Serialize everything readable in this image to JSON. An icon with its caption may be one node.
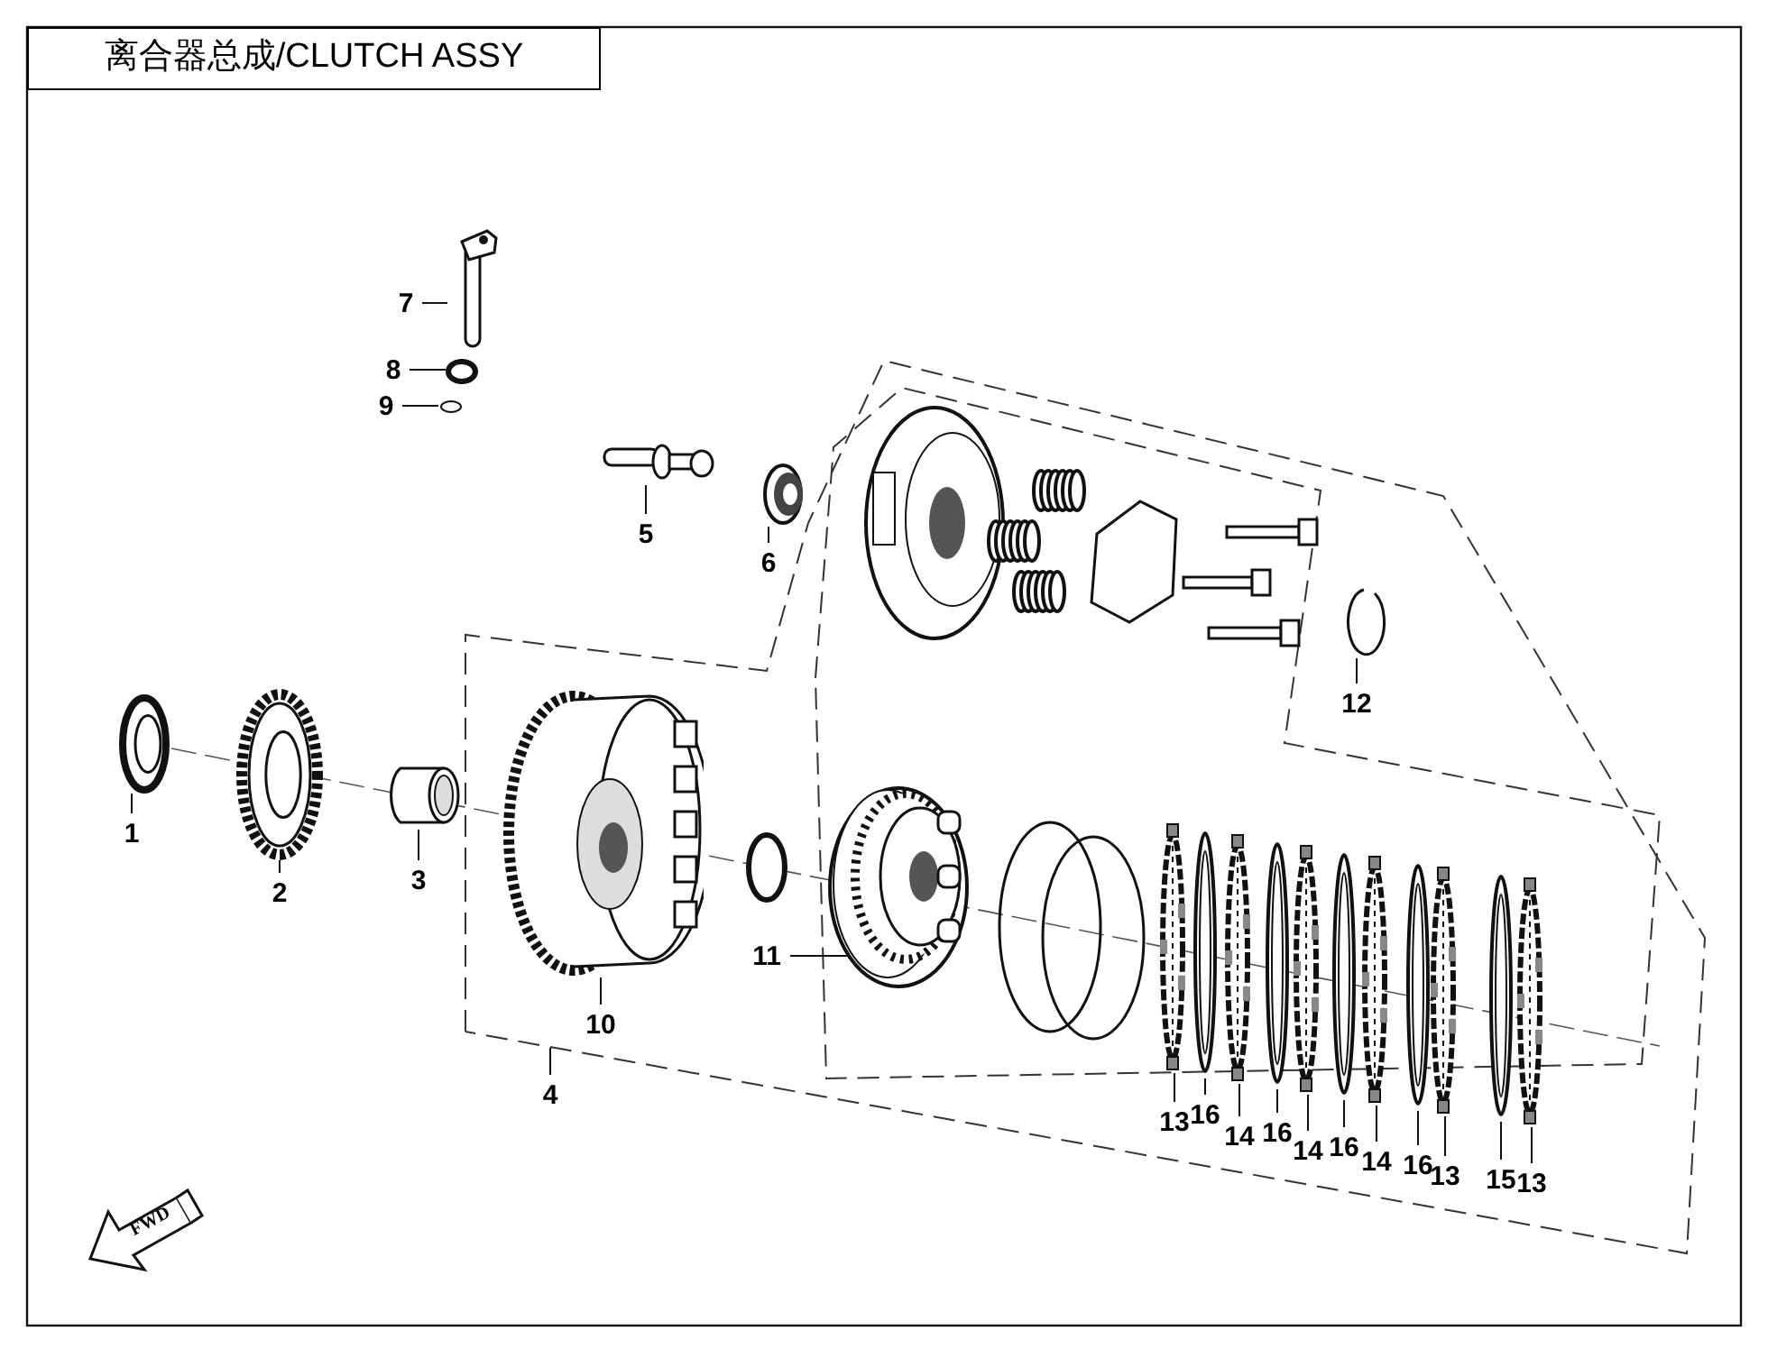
{
  "diagram": {
    "title": "离合器总成/CLUTCH ASSY",
    "nodes": [
      {
        "text": [
          "1"
        ]
      },
      {
        "text": [
          "2"
        ]
      },
      {
        "text": [
          "3"
        ]
      },
      {
        "text": [
          "4"
        ]
      },
      {
        "text": [
          "5"
        ]
      },
      {
        "text": [
          "6"
        ]
      },
      {
        "text": [
          "7"
        ]
      },
      {
        "text": [
          "8"
        ]
      },
      {
        "text": [
          "9"
        ]
      },
      {
        "text": [
          "10"
        ]
      },
      {
        "text": [
          "11"
        ]
      },
      {
        "text": [
          "12"
        ]
      },
      {
        "text": [
          "13"
        ]
      },
      {
        "text": [
          "16"
        ]
      },
      {
        "text": [
          "14"
        ]
      },
      {
        "text": [
          "16"
        ]
      },
      {
        "text": [
          "14"
        ]
      },
      {
        "text": [
          "16"
        ]
      },
      {
        "text": [
          "14"
        ]
      },
      {
        "text": [
          "16"
        ]
      },
      {
        "text": [
          "13"
        ]
      },
      {
        "text": [
          "15"
        ]
      },
      {
        "text": [
          "13"
        ]
      },
      {
        "text": [],
        "shape": "picture"
      },
      {
        "text": [],
        "shape": "picture"
      },
      {
        "text": [],
        "shape": "picture"
      },
      {
        "text": [],
        "shape": "picture"
      },
      {
        "text": [],
        "shape": "picture"
      },
      {
        "text": [],
        "shape": "picture"
      },
      {
        "text": [],
        "shape": "circle"
      },
      {
        "text": [],
        "shape": "circle"
      },
      {
        "text": [],
        "shape": "picture"
      },
      {
        "text": [],
        "shape": "picture"
      },
      {
        "text": [],
        "shape": "picture"
      },
      {
        "text": [],
        "shape": "picture"
      },
      {
        "text": [],
        "shape": "picture"
      },
      {
        "text": [],
        "shape": "picture"
      },
      {
        "text": [],
        "shape": "picture"
      },
      {
        "text": [],
        "shape": "picture"
      },
      {
        "text": [],
        "shape": "picture"
      },
      {
        "text": [],
        "shape": "picture"
      },
      {
        "text": [],
        "shape": "picture"
      },
      {
        "text": [],
        "shape": "picture"
      },
      {
        "text": [],
        "shape": "picture"
      },
      {
        "text": [],
        "shape": "picture"
      }
    ],
    "edges": [
      {
        "from": 0,
        "to": 23,
        "arrow": "none"
      },
      {
        "from": 1,
        "to": 24,
        "arrow": "none"
      },
      {
        "from": 2,
        "to": 25,
        "arrow": "none"
      },
      {
        "from": 3,
        "to": null,
        "arrow": "none"
      },
      {
        "from": 4,
        "to": 26,
        "arrow": "none"
      },
      {
        "from": 5,
        "to": 27,
        "arrow": "none"
      },
      {
        "from": 6,
        "to": 28,
        "arrow": "none"
      },
      {
        "from": 7,
        "to": 29,
        "arrow": "none"
      },
      {
        "from": 8,
        "to": 30,
        "arrow": "none"
      },
      {
        "from": 9,
        "to": 31,
        "arrow": "none"
      },
      {
        "from": 10,
        "to": 32,
        "arrow": "none"
      },
      {
        "from": 11,
        "to": 33,
        "arrow": "none"
      },
      {
        "from": 12,
        "to": 34,
        "arrow": "none"
      },
      {
        "from": 13,
        "to": 35,
        "arrow": "none"
      },
      {
        "from": 14,
        "to": 36,
        "arrow": "none"
      },
      {
        "from": 15,
        "to": 37,
        "arrow": "none"
      },
      {
        "from": 16,
        "to": 38,
        "arrow": "none"
      },
      {
        "from": 17,
        "to": 39,
        "arrow": "none"
      },
      {
        "from": 18,
        "to": 40,
        "arrow": "none"
      },
      {
        "from": 19,
        "to": 41,
        "arrow": "none"
      },
      {
        "from": 20,
        "to": 42,
        "arrow": "none"
      },
      {
        "from": 21,
        "to": 43,
        "arrow": "none"
      },
      {
        "from": 22,
        "to": 44,
        "arrow": "none"
      }
    ],
    "labels": [
      "FWD"
    ]
  }
}
